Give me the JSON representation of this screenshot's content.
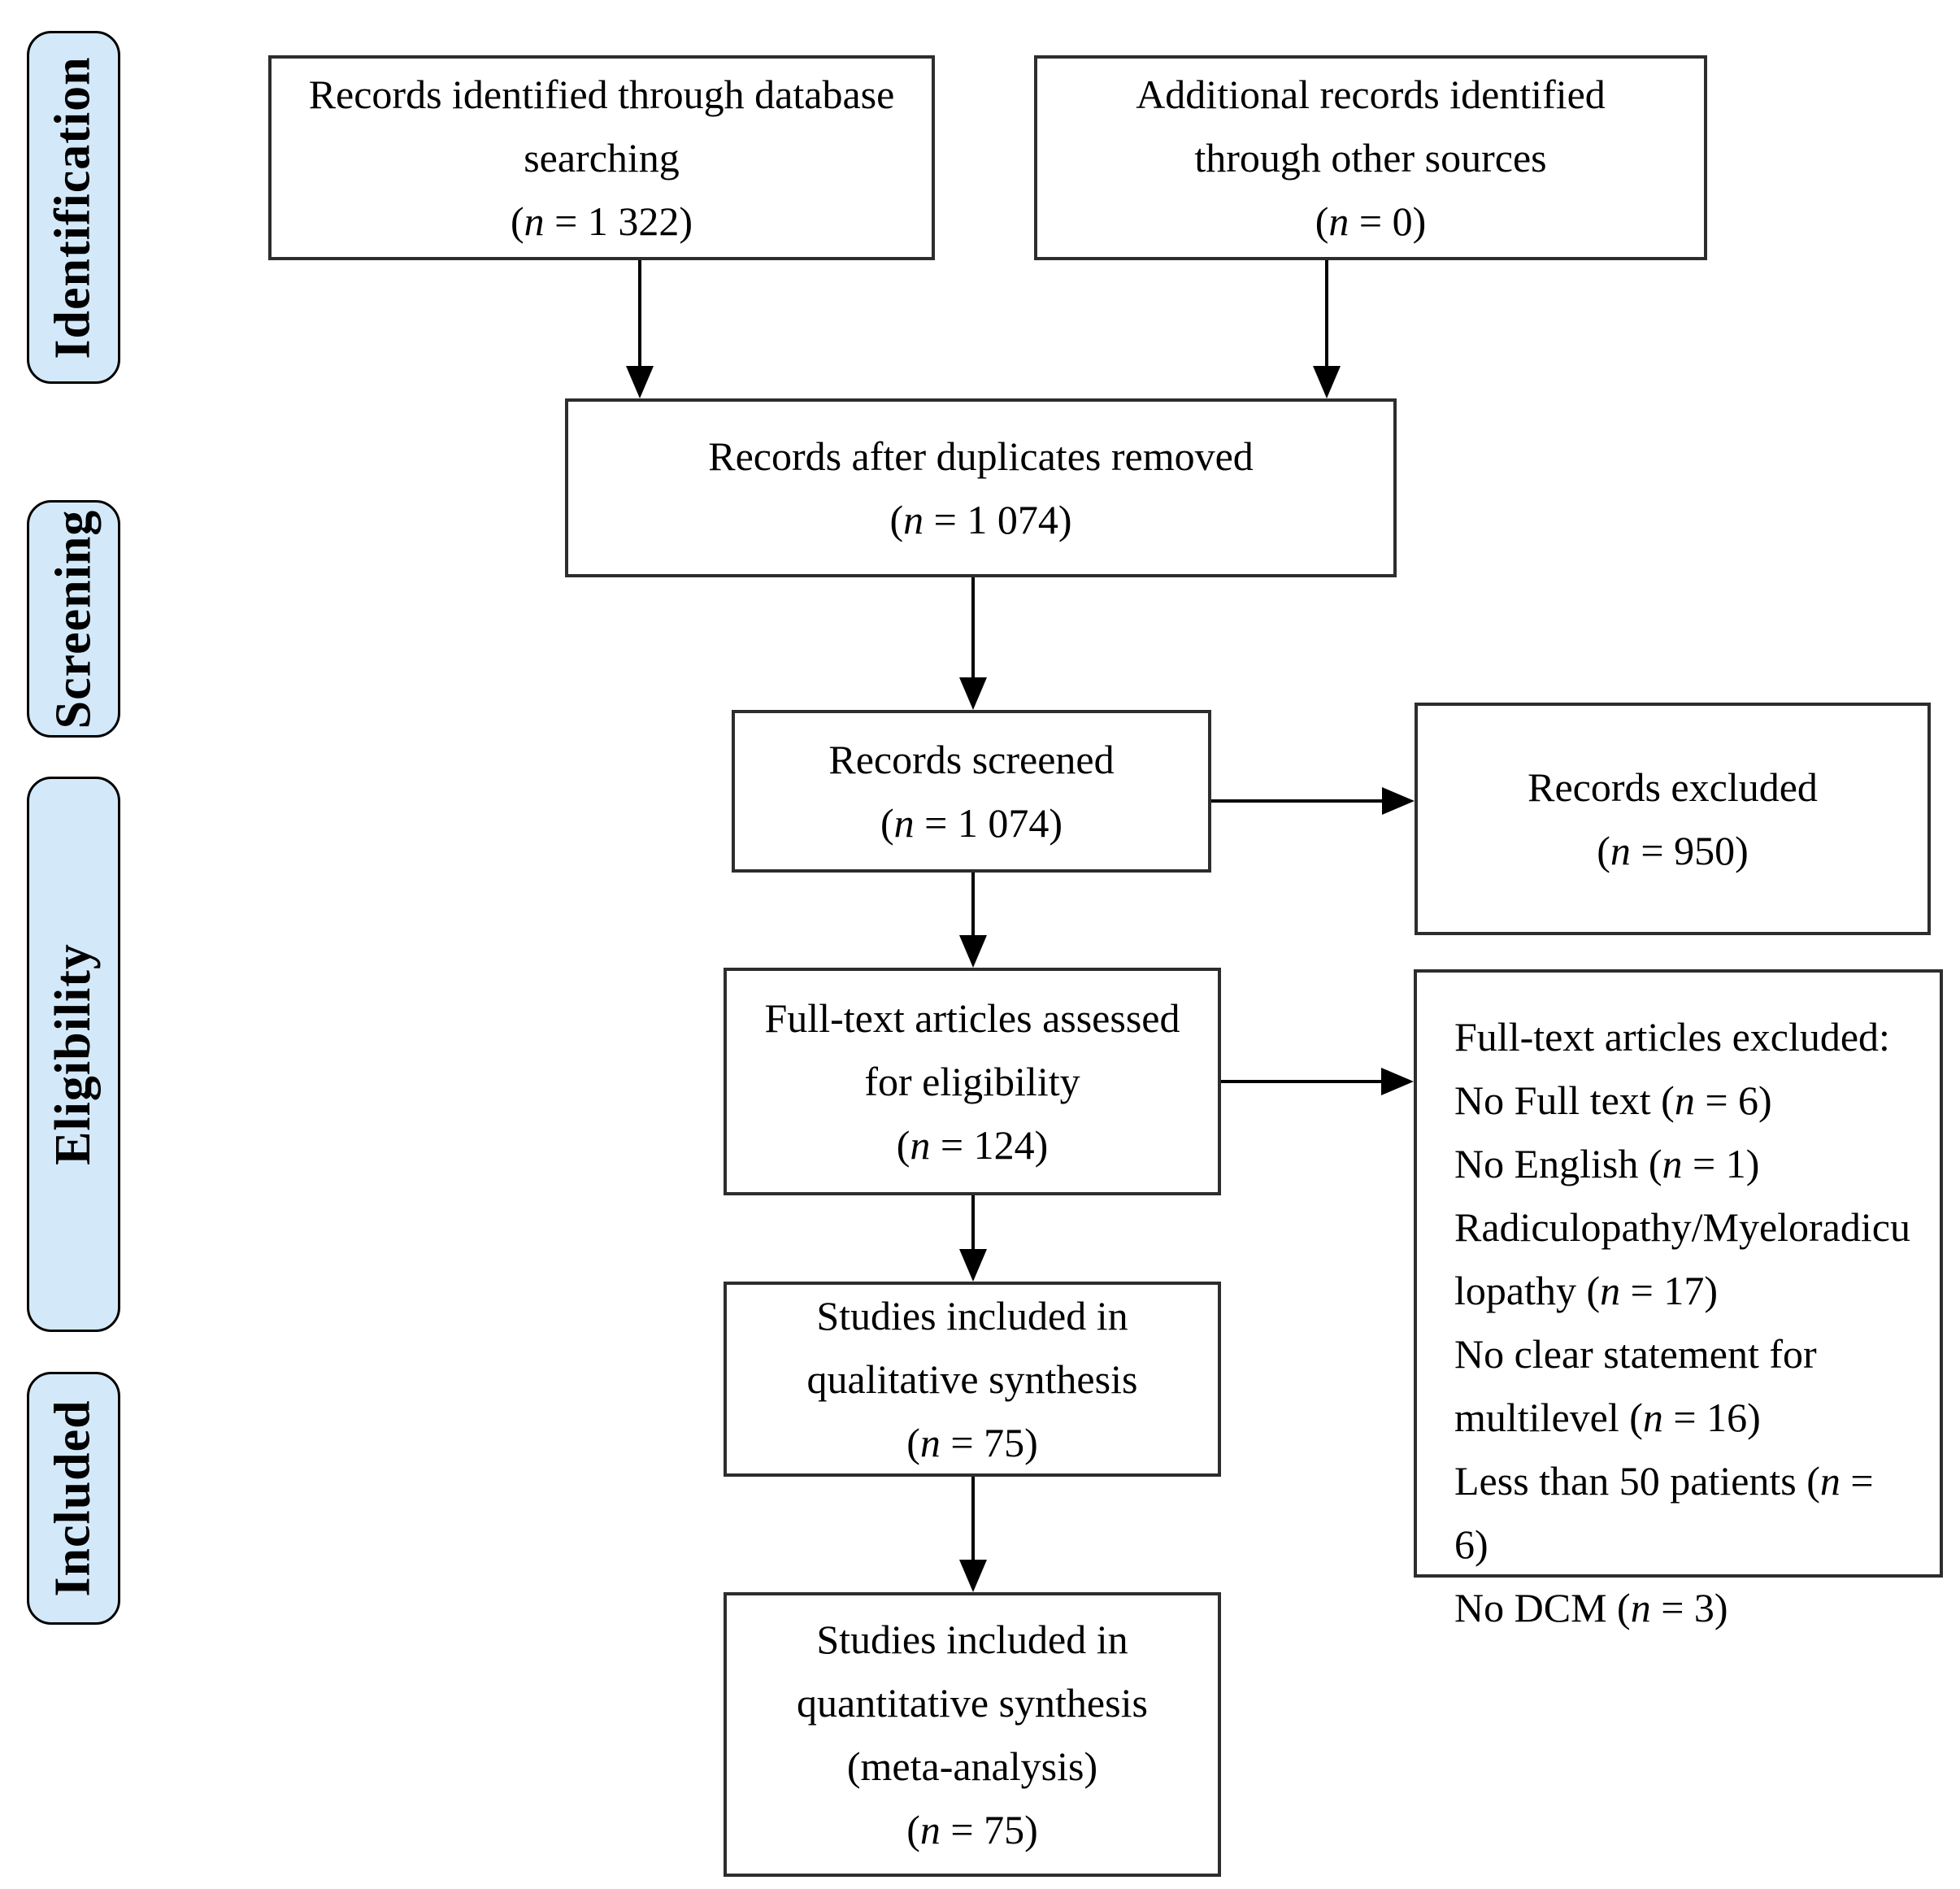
{
  "diagram_title": "PRISMA flow diagram",
  "colors": {
    "stage_fill": "#d3e9f9",
    "stage_border": "#000000",
    "box_border": "#2d2d2d",
    "arrow": "#000000"
  },
  "sidebar": {
    "stages": [
      {
        "label": "Identification"
      },
      {
        "label": "Screening"
      },
      {
        "label": "Eligibility"
      },
      {
        "label": "Included"
      }
    ]
  },
  "boxes": {
    "db_search": {
      "lines": [
        "Records identified through database",
        "searching",
        "(n = 1 322)"
      ]
    },
    "other_sources": {
      "lines": [
        "Additional records identified",
        "through other sources",
        "(n = 0)"
      ]
    },
    "dedup": {
      "lines": [
        "Records after duplicates removed",
        "(n = 1 074)"
      ]
    },
    "screened": {
      "lines": [
        "Records screened",
        "(n = 1 074)"
      ]
    },
    "records_excluded": {
      "lines": [
        "Records excluded",
        "(n = 950)"
      ]
    },
    "fulltext_assessed": {
      "lines": [
        "Full-text articles assessed",
        "for eligibility",
        "(n = 124)"
      ]
    },
    "fulltext_excluded": {
      "lines": [
        "Full-text articles excluded:",
        "No Full text (n = 6)",
        "No English (n = 1)",
        "Radiculopathy/Myeloradicu",
        "lopathy (n = 17)",
        "No clear statement for",
        "multilevel (n = 16)",
        "Less than 50 patients (n =",
        "6)",
        "No DCM (n = 3)"
      ]
    },
    "qualitative": {
      "lines": [
        "Studies included in",
        "qualitative synthesis",
        "(n = 75)"
      ]
    },
    "quantitative": {
      "lines": [
        "Studies included in",
        "quantitative synthesis",
        "(meta-analysis)",
        "(n = 75)"
      ]
    }
  }
}
